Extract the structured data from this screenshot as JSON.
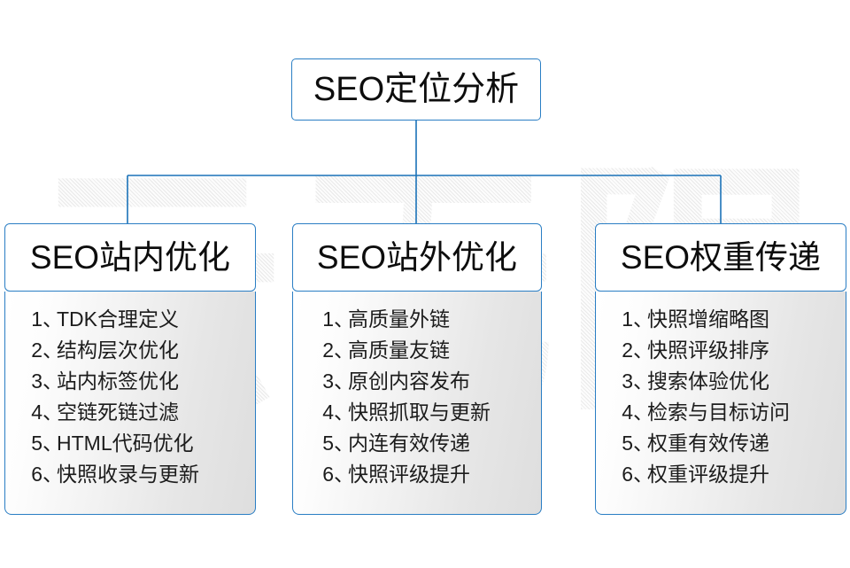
{
  "diagram": {
    "root": {
      "title": "SEO定位分析"
    },
    "branches": [
      {
        "title": "SEO站内优化",
        "items": [
          {
            "index": "1",
            "sep": "、",
            "label": "TDK合理定义"
          },
          {
            "index": "2",
            "sep": "、",
            "label": "结构层次优化"
          },
          {
            "index": "3",
            "sep": "、",
            "label": "站内标签优化"
          },
          {
            "index": "4",
            "sep": "、",
            "label": "空链死链过滤"
          },
          {
            "index": "5",
            "sep": "、",
            "label": "HTML代码优化"
          },
          {
            "index": "6",
            "sep": "、",
            "label": "快照收录与更新"
          }
        ]
      },
      {
        "title": "SEO站外优化",
        "items": [
          {
            "index": "1",
            "sep": "、",
            "label": "高质量外链"
          },
          {
            "index": "2",
            "sep": "、",
            "label": "高质量友链"
          },
          {
            "index": "3",
            "sep": "、",
            "label": "原创内容发布"
          },
          {
            "index": "4",
            "sep": "、",
            "label": "快照抓取与更新"
          },
          {
            "index": "5",
            "sep": "、",
            "label": "内连有效传递"
          },
          {
            "index": "6",
            "sep": "、",
            "label": "快照评级提升"
          }
        ]
      },
      {
        "title": "SEO权重传递",
        "items": [
          {
            "index": "1",
            "sep": "、",
            "label": "快照增缩略图"
          },
          {
            "index": "2",
            "sep": "、",
            "label": "快照评级排序"
          },
          {
            "index": "3",
            "sep": "、",
            "label": "搜索体验优化"
          },
          {
            "index": "4",
            "sep": "、",
            "label": "检索与目标访问"
          },
          {
            "index": "5",
            "sep": "、",
            "label": "权重有效传递"
          },
          {
            "index": "6",
            "sep": "、",
            "label": "权重评级提升"
          }
        ]
      }
    ]
  },
  "watermark": {
    "text": "云无限"
  },
  "colors": {
    "border": "#2a7ec4",
    "connector": "#1a72b8",
    "text": "#0d0d0d",
    "background": "#ffffff",
    "watermark": "#e9e9e9"
  }
}
